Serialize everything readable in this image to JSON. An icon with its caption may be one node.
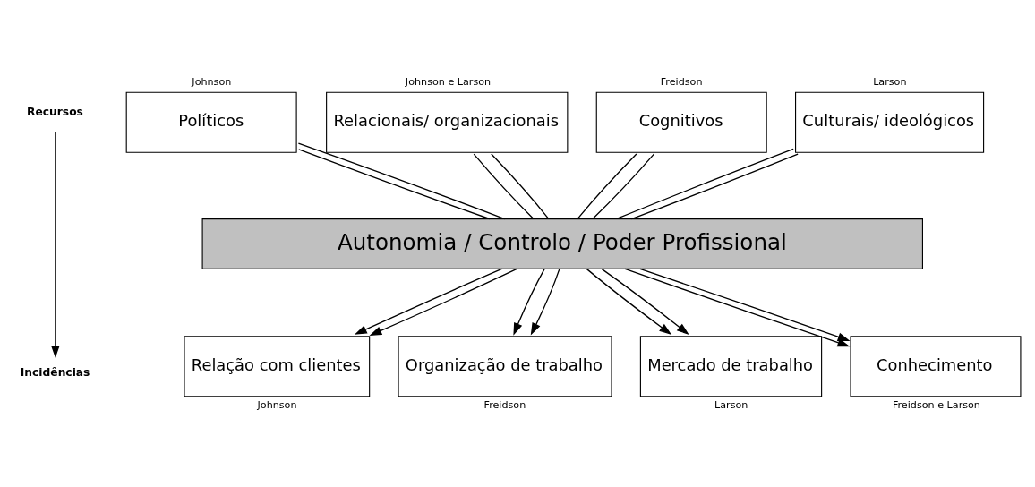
{
  "diagram": {
    "nodes": [
      {
        "text": [
          "Recursos"
        ]
      },
      {
        "text": [
          "Políticos"
        ],
        "beside": [
          "Johnson"
        ]
      },
      {
        "text": [
          "Relacionais/ organizacionais"
        ],
        "beside": [
          "Johnson e Larson"
        ]
      },
      {
        "text": [
          "Cognitivos"
        ],
        "beside": [
          "Freidson"
        ]
      },
      {
        "text": [
          "Culturais/ ideológicos"
        ],
        "beside": [
          "Larson"
        ]
      },
      {
        "text": [
          "Autonomia / Controlo / Poder Profissional"
        ]
      },
      {
        "text": [
          "Incidências"
        ]
      },
      {
        "text": [
          "Relação com clientes"
        ],
        "beside": [
          "Johnson"
        ]
      },
      {
        "text": [
          "Organização de trabalho"
        ],
        "beside": [
          "Freidson"
        ]
      },
      {
        "text": [
          "Mercado de trabalho"
        ],
        "beside": [
          "Larson"
        ]
      },
      {
        "text": [
          "Conhecimento"
        ],
        "beside": [
          "Freidson e Larson"
        ]
      }
    ],
    "edges": [
      {
        "from": 0,
        "to": 6,
        "arrow": "to"
      },
      {
        "from": 1,
        "to": 5,
        "arrow": "none"
      },
      {
        "from": 1,
        "to": 5,
        "arrow": "none"
      },
      {
        "from": 2,
        "to": 5,
        "arrow": "none"
      },
      {
        "from": 2,
        "to": 5,
        "arrow": "none"
      },
      {
        "from": 3,
        "to": 5,
        "arrow": "none"
      },
      {
        "from": 3,
        "to": 5,
        "arrow": "none"
      },
      {
        "from": 4,
        "to": 5,
        "arrow": "none"
      },
      {
        "from": 4,
        "to": 5,
        "arrow": "none"
      },
      {
        "from": 5,
        "to": 7,
        "arrow": "to"
      },
      {
        "from": 5,
        "to": 7,
        "arrow": "to"
      },
      {
        "from": 5,
        "to": 8,
        "arrow": "to"
      },
      {
        "from": 5,
        "to": 8,
        "arrow": "to"
      },
      {
        "from": 5,
        "to": 9,
        "arrow": "to"
      },
      {
        "from": 5,
        "to": 9,
        "arrow": "to"
      },
      {
        "from": 5,
        "to": 10,
        "arrow": "to"
      },
      {
        "from": 5,
        "to": 10,
        "arrow": "to"
      }
    ]
  }
}
